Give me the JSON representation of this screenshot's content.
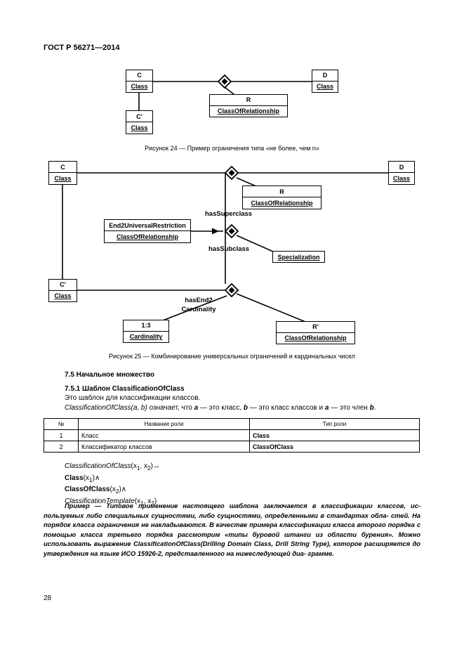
{
  "header": {
    "standard": "ГОСТ Р 56271—2014"
  },
  "fig24": {
    "C": {
      "name": "C",
      "type": "Class"
    },
    "D": {
      "name": "D",
      "type": "Class"
    },
    "Cprime": {
      "name": "C'",
      "type": "Class"
    },
    "R": {
      "name": "R",
      "type": "ClassOfRelationship"
    },
    "caption": "Рисунок 24 — Пример ограничения типа «не более, чем n»"
  },
  "fig25": {
    "C": {
      "name": "C",
      "type": "Class"
    },
    "D": {
      "name": "D",
      "type": "Class"
    },
    "R": {
      "name": "R",
      "type": "ClassOfRelationship"
    },
    "restriction": {
      "name": "End2UniversalRestriction",
      "type": "ClassOfRelationship"
    },
    "specialization": "Specialization",
    "has_superclass": "hasSuperclass",
    "has_subclass": "hasSubclass",
    "Cprime": {
      "name": "C'",
      "type": "Class"
    },
    "has_end2": "hasEnd2",
    "cardinality_role": "Cardinality",
    "card": {
      "name": "1:3",
      "type": "Cardinality"
    },
    "Rprime": {
      "name": "R'",
      "type": "ClassOfRelationship"
    },
    "caption": "Рисунок 25 — Комбинирование универсальных ограничений и кардинальных чисел"
  },
  "section": {
    "heading": "7.5 Начальное множество",
    "subheading": "7.5.1 Шаблон ClassificationOfClass",
    "intro": "Это шаблон для классификации классов.",
    "meaning": {
      "sig": "ClassificationOfClass",
      "args": "(a, b)",
      "means": " означает, что ",
      "a1": "a",
      "t1": " — это класс, ",
      "b": "b",
      "t2": " — это класс классов и ",
      "a2": "a",
      "t3": " — это член ",
      "b2": "b",
      "end": "."
    }
  },
  "table": {
    "headers": [
      "№",
      "Название роли",
      "Тип роли"
    ],
    "rows": [
      [
        "1",
        "Класс",
        "Class"
      ],
      [
        "2",
        "Классификатор классов",
        "ClassOfClass"
      ]
    ]
  },
  "formula": {
    "l1_name": "ClassificationOfClass",
    "l1_open": "(x",
    "l1_s1": "1",
    "l1_mid": ", x",
    "l1_s2": "2",
    "l1_close": ")↔",
    "l2_name": "Class",
    "l2_open": "(x",
    "l2_s": "1",
    "l2_close": ")∧",
    "l3_name": "ClassOfClass",
    "l3_open": "(x",
    "l3_s": "2",
    "l3_close": ")∧",
    "l4_name": "ClassificationTemplate",
    "l4_open": "(x",
    "l4_s1": "1",
    "l4_mid": ", x",
    "l4_s2": "2",
    "l4_close": ")"
  },
  "note": {
    "lines": [
      "Пример — Типовое применение настоящего шаблона заключается в классификации классов, ис-",
      "пользуемых либо специальных сущностями, либо сущностями, определенными в стандартах обла-",
      "стей. На порядок класса ограничения не накладываются. В качестве примера классификации класса",
      "второго порядка с помощью класса третьего порядка рассмотрим «типы буровой штанги из области",
      "бурения». Можно использовать выражение ClassificationOfClass(Drilling Domain Class, Drill String Type),",
      "которое расширяется до утверждения на языке ИСО 15926-2, представленного на нижеследующей диа-",
      "грамме."
    ]
  },
  "page_number": "28"
}
